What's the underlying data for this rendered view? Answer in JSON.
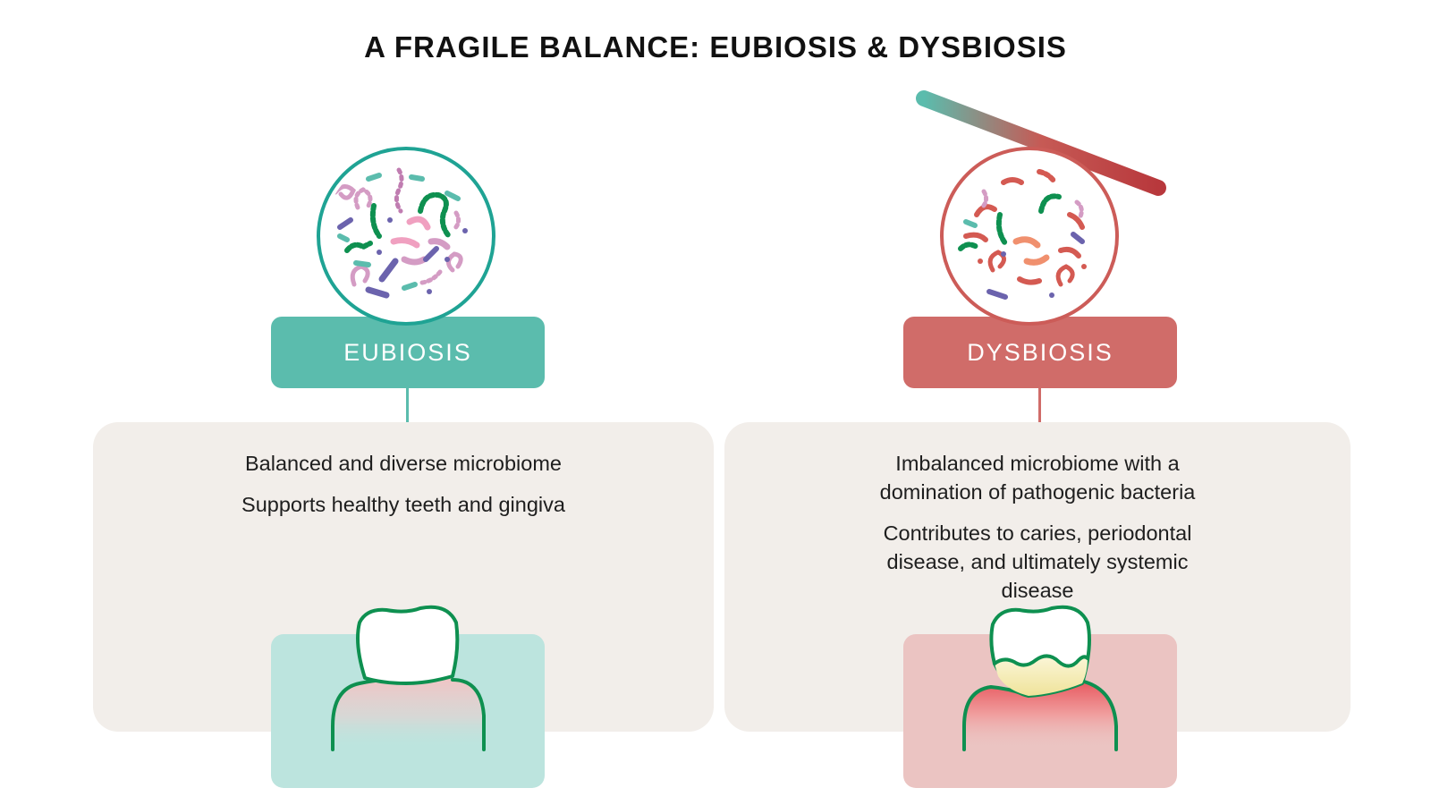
{
  "title": "A FRAGILE BALANCE: EUBIOSIS & DYSBIOSIS",
  "colors": {
    "eubiosis": "#5bbcad",
    "dysbiosis": "#d06c69",
    "panel_background": "#f2eeea",
    "gum_outline": "#0e9050",
    "healthy_gum_box": "#bce4de",
    "diseased_gum_box": "#ebc4c2",
    "plaque": "#f3ecb4"
  },
  "eubiosis": {
    "label": "EUBIOSIS",
    "icon": "balanced-scale-bar-icon",
    "lines": [
      "Balanced and diverse microbiome",
      "Supports healthy teeth and gingiva"
    ]
  },
  "dysbiosis": {
    "label": "DYSBIOSIS",
    "icon": "tilted-scale-bar-icon",
    "lines": [
      "Imbalanced microbiome with a domination of pathogenic bacteria",
      "Contributes to caries, periodontal disease, and ultimately systemic disease"
    ]
  }
}
